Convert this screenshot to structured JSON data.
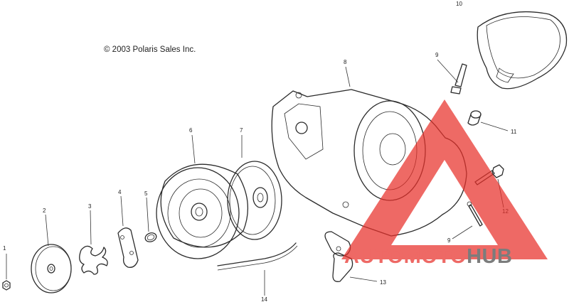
{
  "copyright": "© 2003 Polaris Sales Inc.",
  "callouts": [
    "1",
    "2",
    "3",
    "4",
    "5",
    "6",
    "7",
    "8",
    "9",
    "10",
    "11",
    "12",
    "9",
    "13",
    "14"
  ],
  "watermark": {
    "part1": "AUTOMOTO",
    "part2": "HUB",
    "color_primary": "#e8302a",
    "color_secondary": "#4a4a4a"
  }
}
